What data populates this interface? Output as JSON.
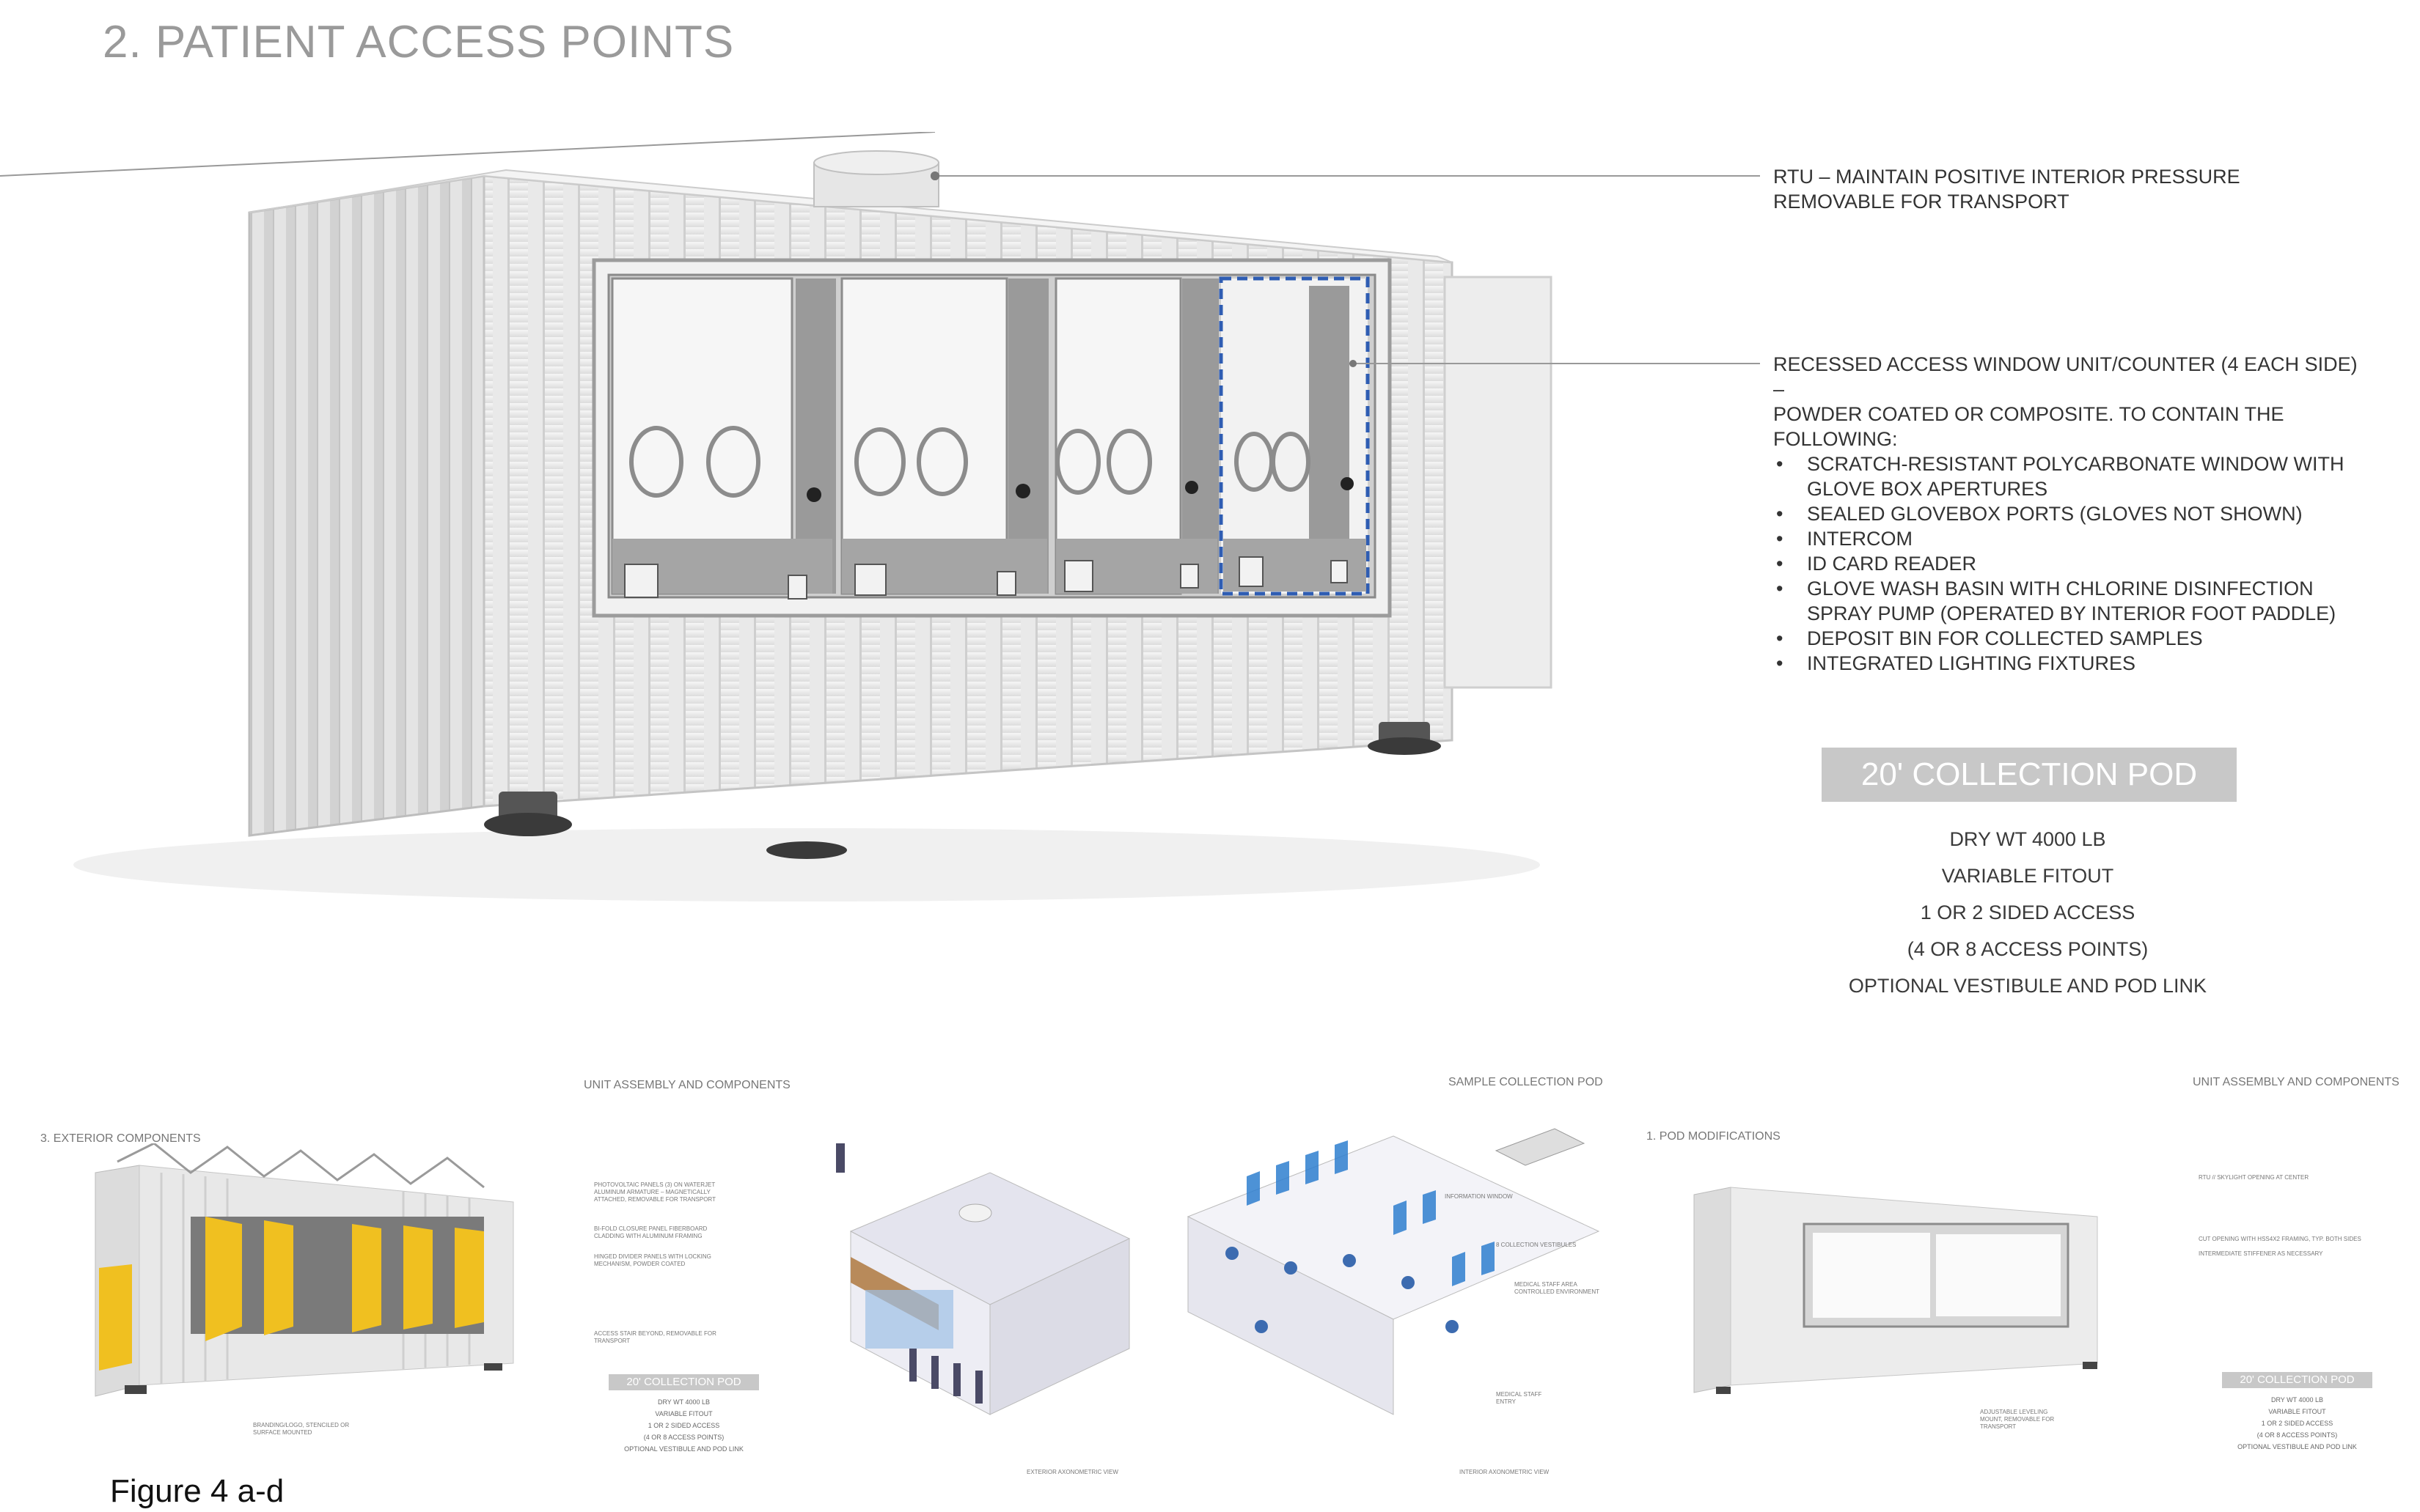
{
  "page_title": "2. PATIENT ACCESS POINTS",
  "callouts": {
    "rtu": [
      "RTU – MAINTAIN POSITIVE INTERIOR PRESSURE",
      "REMOVABLE FOR TRANSPORT"
    ],
    "window_intro": [
      "RECESSED ACCESS WINDOW UNIT/COUNTER  (4 EACH SIDE) –",
      "POWDER COATED OR COMPOSITE. TO CONTAIN THE",
      "FOLLOWING:"
    ],
    "window_items": [
      "SCRATCH-RESISTANT POLYCARBONATE WINDOW WITH GLOVE BOX APERTURES",
      "SEALED GLOVEBOX PORTS (GLOVES NOT SHOWN)",
      "INTERCOM",
      "ID CARD READER",
      "GLOVE WASH BASIN WITH CHLORINE DISINFECTION SPRAY PUMP (OPERATED BY INTERIOR FOOT PADDLE)",
      "DEPOSIT BIN FOR COLLECTED SAMPLES",
      "INTEGRATED LIGHTING FIXTURES"
    ]
  },
  "pod": {
    "title": "20' COLLECTION POD",
    "specs": [
      "DRY WT 4000 LB",
      "VARIABLE FITOUT",
      "1 OR 2 SIDED ACCESS",
      "(4 OR 8 ACCESS POINTS)",
      "OPTIONAL VESTIBULE AND POD LINK"
    ]
  },
  "thumbnails": {
    "a": {
      "header": "UNIT ASSEMBLY AND COMPONENTS",
      "section": "3. EXTERIOR COMPONENTS",
      "notes": [
        "PHOTOVOLTAIC PANELS (3) ON WATERJET ALUMINUM ARMATURE – MAGNETICALLY ATTACHED, REMOVABLE FOR TRANSPORT",
        "BI-FOLD CLOSURE PANEL FIBERBOARD CLADDING WITH ALUMINUM FRAMING",
        "HINGED DIVIDER PANELS WITH LOCKING MECHANISM, POWDER COATED",
        "ACCESS STAIR BEYOND, REMOVABLE FOR TRANSPORT",
        "BRANDING/LOGO, STENCILED OR SURFACE MOUNTED"
      ],
      "pod_title": "20' COLLECTION POD",
      "pod_specs": [
        "DRY WT 4000 LB",
        "VARIABLE FITOUT",
        "1 OR 2 SIDED ACCESS",
        "(4 OR 8 ACCESS POINTS)",
        "OPTIONAL VESTIBULE AND POD LINK"
      ]
    },
    "b": {
      "caption": "EXTERIOR AXONOMETRIC VIEW"
    },
    "c": {
      "header": "SAMPLE COLLECTION POD",
      "notes": [
        "INFORMATION WINDOW",
        "8 COLLECTION VESTIBULES",
        "MEDICAL STAFF AREA CONTROLLED ENVIRONMENT",
        "MEDICAL STAFF ENTRY"
      ],
      "caption": "INTERIOR AXONOMETRIC VIEW"
    },
    "d": {
      "header": "UNIT ASSEMBLY AND COMPONENTS",
      "section": "1. POD MODIFICATIONS",
      "notes": [
        "RTU // SKYLIGHT OPENING AT CENTER",
        "CUT OPENING WITH HSS4X2 FRAMING, TYP. BOTH SIDES",
        "INTERMEDIATE STIFFENER AS NECESSARY",
        "ADJUSTABLE LEVELING MOUNT, REMOVABLE FOR TRANSPORT"
      ],
      "pod_title": "20' COLLECTION POD",
      "pod_specs": [
        "DRY WT 4000 LB",
        "VARIABLE FITOUT",
        "1 OR 2 SIDED ACCESS",
        "(4 OR 8 ACCESS POINTS)",
        "OPTIONAL VESTIBULE AND POD LINK"
      ]
    }
  },
  "figure_caption": "Figure 4 a-d",
  "colors": {
    "accent_blue": "#2f5db3",
    "title_gray": "#9a9a9a",
    "pod_box": "#c8c8c8",
    "yellow_panel": "#f0c020"
  }
}
